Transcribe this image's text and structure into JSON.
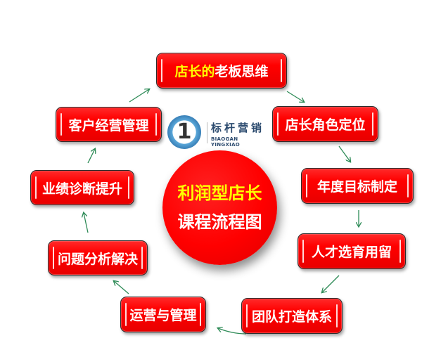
{
  "diagram": {
    "type": "cycle-flow",
    "center": {
      "line1": "利润型店长",
      "line2": "课程流程图"
    },
    "logo": {
      "mark": "1",
      "name_cn": "标杆营销",
      "name_en": "BIAOGAN YINGXIAO"
    },
    "steps": [
      {
        "label_highlight": "店长的",
        "label_rest": "老板思维"
      },
      {
        "label": "店长角色定位"
      },
      {
        "label": "年度目标制定"
      },
      {
        "label": "人才选育用留"
      },
      {
        "label": "团队打造体系"
      },
      {
        "label": "运营与管理"
      },
      {
        "label": "问题分析解决"
      },
      {
        "label": "业绩诊断提升"
      },
      {
        "label": "客户经营管理"
      }
    ],
    "colors": {
      "node_fill": "#ff0000",
      "node_border": "#2b2b2b",
      "highlight_text": "#ffff00",
      "text": "#ffffff",
      "arrow": "#2e8b57"
    }
  }
}
